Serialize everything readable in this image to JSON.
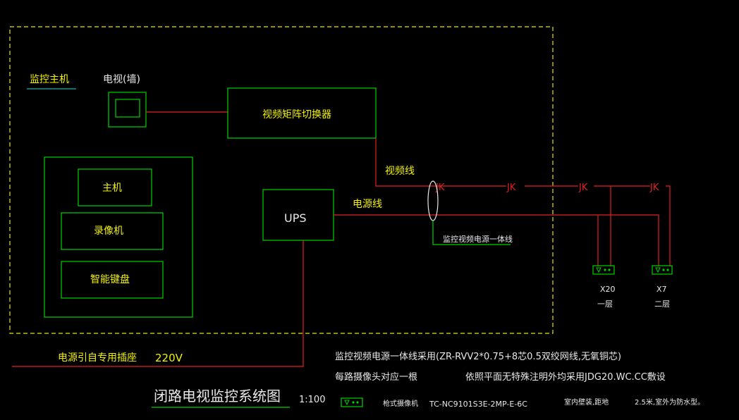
{
  "labels": {
    "host_area": "监控主机",
    "tv_wall": "电视(墙)",
    "matrix_switcher": "视频矩阵切换器",
    "host": "主机",
    "recorder": "录像机",
    "keyboard": "智能键盘",
    "ups": "UPS",
    "video_line": "视频线",
    "power_line": "电源线",
    "combo_cable": "监控视频电源一体线",
    "jk": "JK",
    "cam1_qty": "X20",
    "cam1_floor": "一层",
    "cam2_qty": "X7",
    "cam2_floor": "二层",
    "power_source": "电源引自专用插座",
    "voltage": "220V"
  },
  "notes": {
    "line1": "监控视频电源一体线采用(ZR-RVV2*0.75+8芯0.5双绞网线,无氧铜芯)",
    "line2a": "每路摄像头对应一根",
    "line2b": "依照平面无特殊注明外均采用JDG20.WC.CC敷设"
  },
  "title": {
    "text": "闭路电视监控系统图",
    "scale": "1:100"
  },
  "legend": {
    "name": "枪式摄像机",
    "model": "TC-NC9101S3E-2MP-E-6C",
    "install": "室内壁装,距地",
    "height_note": "2.5米,室外为防水型。"
  },
  "colors": {
    "green": "#00d200",
    "red": "#e02020",
    "yellow": "#f2f200",
    "white": "#e8e8e8"
  }
}
